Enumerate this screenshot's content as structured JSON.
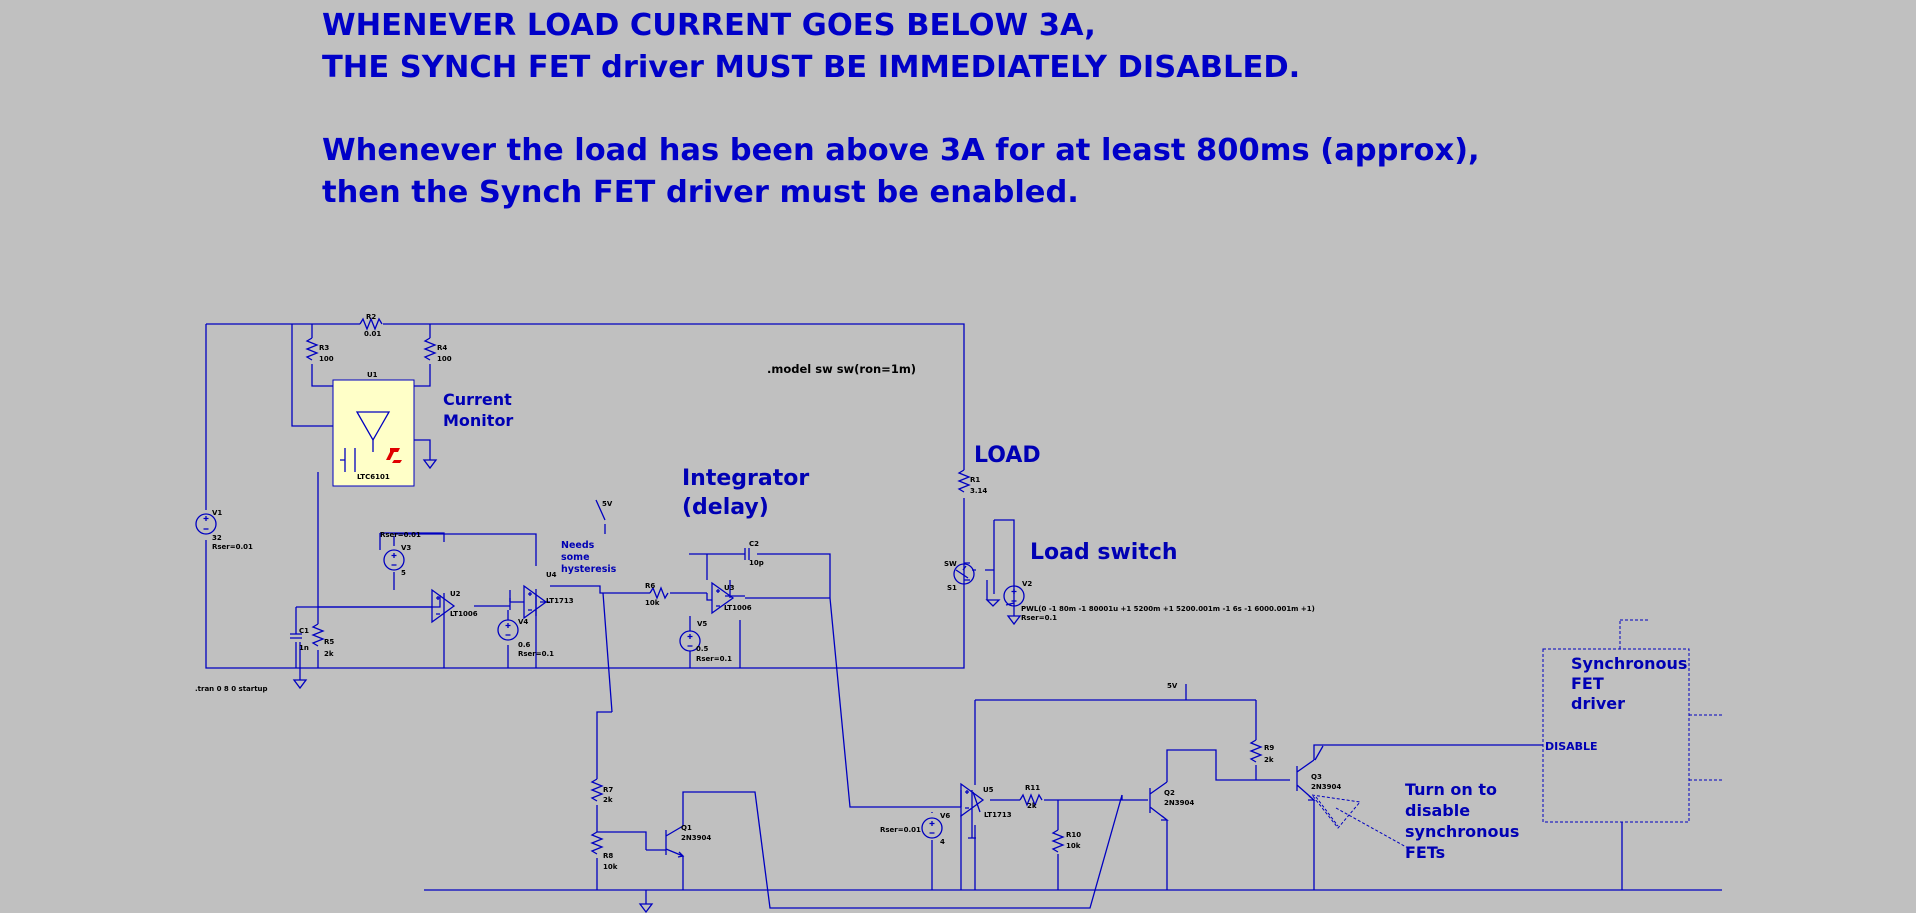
{
  "header": {
    "line1": "WHENEVER LOAD CURRENT GOES BELOW 3A,",
    "line2": "THE SYNCH FET driver MUST BE  IMMEDIATELY DISABLED.",
    "line3": "Whenever the load has been above 3A for at least 800ms (approx),",
    "line4": "then the Synch FET driver must be enabled."
  },
  "notes": {
    "current_monitor_1": "Current",
    "current_monitor_2": "Monitor",
    "integrator_1": "Integrator",
    "integrator_2": "(delay)",
    "load": "LOAD",
    "load_switch": "Load switch",
    "hysteresis_1": "Needs",
    "hysteresis_2": "some",
    "hysteresis_3": "hysteresis",
    "sync_driver_1": "Synchronous",
    "sync_driver_2": "FET",
    "sync_driver_3": "driver",
    "disable_pin": "DISABLE",
    "turn_on_1": "Turn on to",
    "turn_on_2": "disable",
    "turn_on_3": "synchronous",
    "turn_on_4": "FETs"
  },
  "directives": {
    "model": ".model sw sw(ron=1m)",
    "tran": ".tran 0 8 0 startup",
    "pwl": "PWL(0 -1 80m -1 80001u +1  5200m +1  5200.001m  -1  6s  -1 6000.001m +1)",
    "v2_rser": "Rser=0.1"
  },
  "components": {
    "u1_name": "U1",
    "u1_part": "LTC6101",
    "r2_name": "R2",
    "r2_val": "0.01",
    "r3_name": "R3",
    "r3_val": "100",
    "r4_name": "R4",
    "r4_val": "100",
    "r1_name": "R1",
    "r1_val": "3.14",
    "v1_name": "V1",
    "v1_val": "32",
    "v1_rser": "Rser=0.01",
    "v3_rser": "Rser=0.01",
    "v3_name": "V3",
    "v3_val": "5",
    "c1_name": "C1",
    "c1_val": "1n",
    "r5_name": "R5",
    "r5_val": "2k",
    "u2_name": "U2",
    "u2_part": "LT1006",
    "v4_name": "V4",
    "v4_val": "0.6",
    "v4_rser": "Rser=0.1",
    "u4_name": "U4",
    "u4_part": "LT1713",
    "five_v": "5V",
    "r6_name": "R6",
    "r6_val": "10k",
    "c2_name": "C2",
    "c2_val": "10p",
    "u3_name": "U3",
    "u3_part": "LT1006",
    "v5_name": "V5",
    "v5_val": "0.5",
    "v5_rser": "Rser=0.1",
    "sw_name": "SW",
    "s1_name": "S1",
    "v2_name": "V2",
    "r7_name": "R7",
    "r7_val": "2k",
    "r8_name": "R8",
    "r8_val": "10k",
    "q1_name": "Q1",
    "q1_part": "2N3904",
    "v6_rser": "Rser=0.01",
    "v6_name": "V6",
    "v6_val": "4",
    "u5_name": "U5",
    "u5_part": "LT1713",
    "r11_name": "R11",
    "r11_val": "2k",
    "r10_name": "R10",
    "r10_val": "10k",
    "q2_name": "Q2",
    "q2_part": "2N3904",
    "five_v_2": "5V",
    "r9_name": "R9",
    "r9_val": "2k",
    "q3_name": "Q3",
    "q3_part": "2N3904"
  },
  "colors": {
    "background": "#c0c0c0",
    "wire": "#0000c0",
    "heading_text": "#0000c8",
    "ic_fill": "#ffffc8",
    "logo_red": "#e00000"
  }
}
